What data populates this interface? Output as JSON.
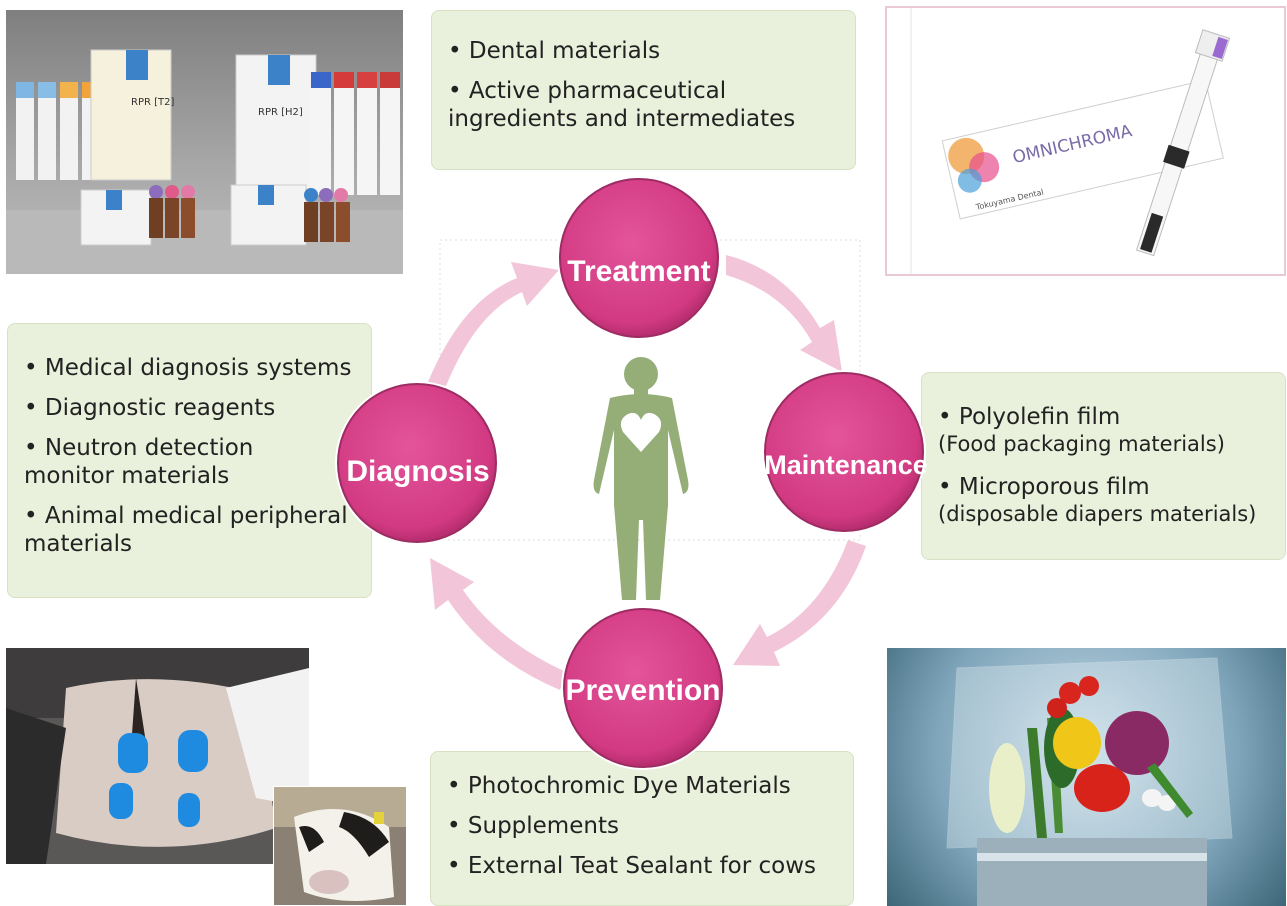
{
  "treatment": {
    "label": "Treatment",
    "items": [
      "Dental materials",
      "Active pharmaceutical ingredients and intermediates"
    ]
  },
  "maintenance": {
    "label": "Maintenance",
    "items": [
      {
        "main": "Polyolefin film",
        "sub": "(Food packaging materials)"
      },
      {
        "main": "Microporous film",
        "sub": "(disposable diapers materials)"
      }
    ]
  },
  "prevention": {
    "label": "Prevention",
    "items": [
      "Photochromic Dye Materials",
      "Supplements",
      "External Teat Sealant for cows"
    ]
  },
  "diagnosis": {
    "label": "Diagnosis",
    "items": [
      "Medical diagnosis systems",
      "Diagnostic reagents",
      "Neutron detection monitor materials",
      "Animal medical peripheral materials"
    ]
  },
  "photos": {
    "omnichroma_brand": "OMNICHROMA",
    "omnichroma_maker": "Tokuyama Dental",
    "reagent_label_1": "RPR [T2]",
    "reagent_label_2": "RPR [H2]"
  },
  "colors": {
    "node_fill": "#d63a86",
    "box_fill": "#e9f0db",
    "arrow": "#f2c5d8",
    "figure": "#95ae78"
  }
}
